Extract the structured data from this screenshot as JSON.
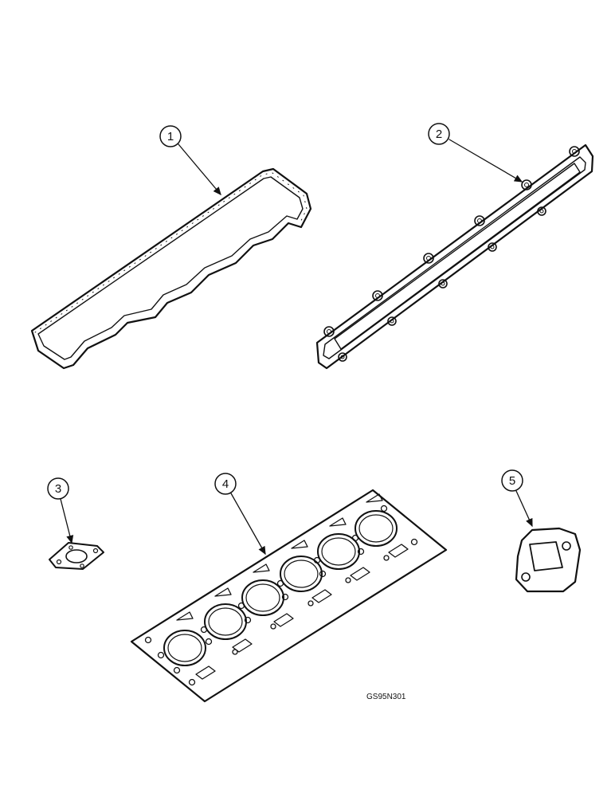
{
  "callouts": [
    {
      "id": "1",
      "part": "valve-cover-gasket"
    },
    {
      "id": "2",
      "part": "manifold-gasket"
    },
    {
      "id": "3",
      "part": "small-flange-gasket"
    },
    {
      "id": "4",
      "part": "cylinder-head-gasket"
    },
    {
      "id": "5",
      "part": "square-port-flange-gasket"
    }
  ],
  "reference_code": "GS95N301"
}
